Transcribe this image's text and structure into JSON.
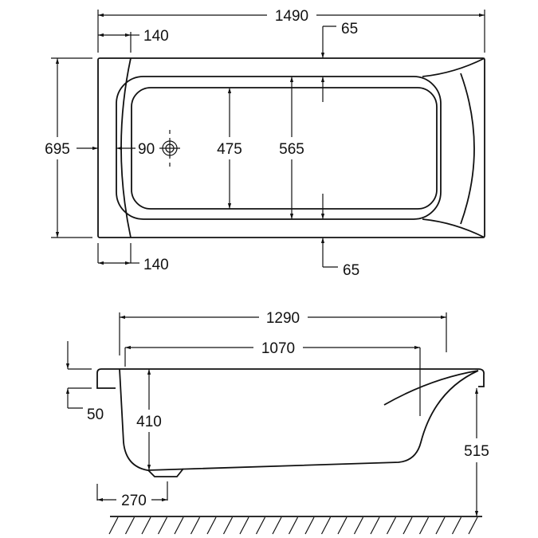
{
  "top_view": {
    "overall_length": "1490",
    "head_end_top": "140",
    "head_end_bottom": "140",
    "rim_top": "65",
    "rim_bottom": "65",
    "overall_width": "695",
    "drain_offset": "90",
    "basin_width": "475",
    "inner_width": "565"
  },
  "side_view": {
    "top_length": "1290",
    "bottom_length": "1070",
    "rim_thickness": "50",
    "depth": "410",
    "height": "515",
    "foot_offset": "270"
  }
}
